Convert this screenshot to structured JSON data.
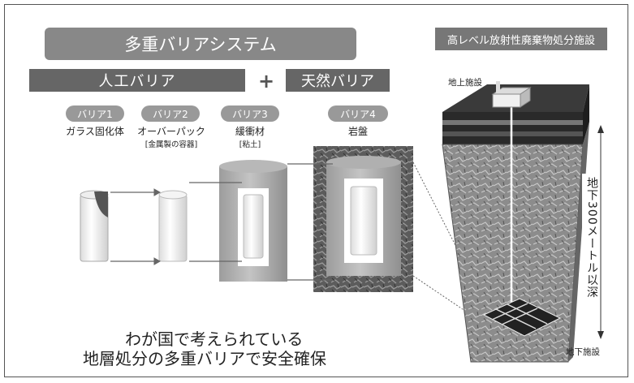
{
  "title": "多重バリアシステム",
  "artificial_barrier": "人工バリア",
  "natural_barrier": "天然バリア",
  "facility_title": "高レベル放射性廃棄物処分施設",
  "barriers": [
    {
      "tag": "バリア1",
      "name": "ガラス固化体",
      "note": ""
    },
    {
      "tag": "バリア2",
      "name": "オーバーパック",
      "note": "[金属製の容器]"
    },
    {
      "tag": "バリア3",
      "name": "緩衝材",
      "note": "[粘土]"
    },
    {
      "tag": "バリア4",
      "name": "岩盤",
      "note": ""
    }
  ],
  "surface_facility": "地上施設",
  "underground_facility": "地下施設",
  "depth_label": "地下300メートル以深",
  "caption_line1": "わが国で考えられている",
  "caption_line2": "地層処分の多重バリアで安全確保",
  "colors": {
    "banner_dark": "#666666",
    "banner_mid": "#888888",
    "pill": "#999999"
  }
}
